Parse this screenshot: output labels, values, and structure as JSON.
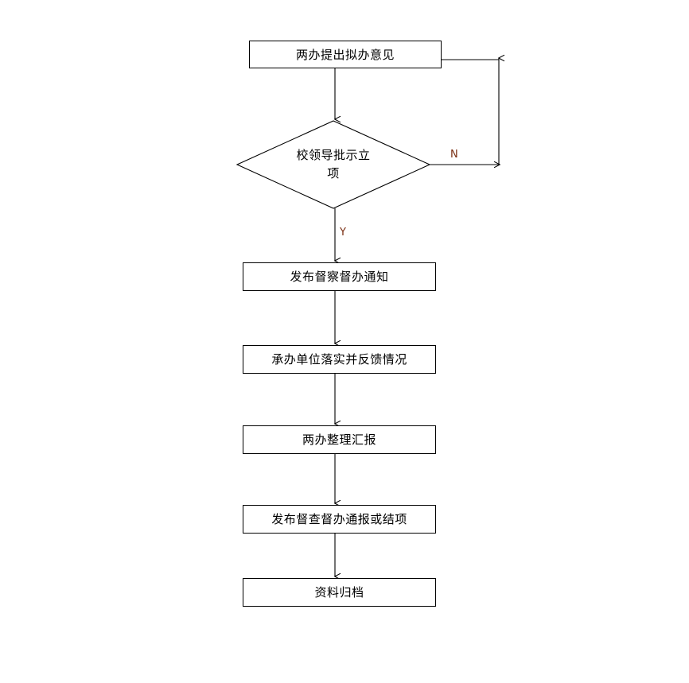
{
  "diagram": {
    "type": "flowchart",
    "orientation": "top-to-bottom",
    "background_color": "#ffffff",
    "line_color": "#000000",
    "text_color": "#000000",
    "edge_label_color": "#7a2e12",
    "nodes": [
      {
        "id": "n1",
        "shape": "rectangle",
        "label": "两办提出拟办意见"
      },
      {
        "id": "n2",
        "shape": "diamond",
        "label_line1": "校领导批示立",
        "label_line2": "项"
      },
      {
        "id": "n3",
        "shape": "rectangle",
        "label": "发布督察督办通知"
      },
      {
        "id": "n4",
        "shape": "rectangle",
        "label": "承办单位落实并反馈情况"
      },
      {
        "id": "n5",
        "shape": "rectangle",
        "label": "两办整理汇报"
      },
      {
        "id": "n6",
        "shape": "rectangle",
        "label": "发布督查督办通报或结项"
      },
      {
        "id": "n7",
        "shape": "rectangle",
        "label": "资料归档"
      }
    ],
    "edges": [
      {
        "from": "n1",
        "to": "n2",
        "label": ""
      },
      {
        "from": "n2",
        "to": "n3",
        "label": "Y"
      },
      {
        "from": "n2",
        "to": "n1",
        "label": "N"
      },
      {
        "from": "n3",
        "to": "n4",
        "label": ""
      },
      {
        "from": "n4",
        "to": "n5",
        "label": ""
      },
      {
        "from": "n5",
        "to": "n6",
        "label": ""
      },
      {
        "from": "n6",
        "to": "n7",
        "label": ""
      }
    ],
    "edge_labels": {
      "yes": "Y",
      "no": "N"
    }
  }
}
